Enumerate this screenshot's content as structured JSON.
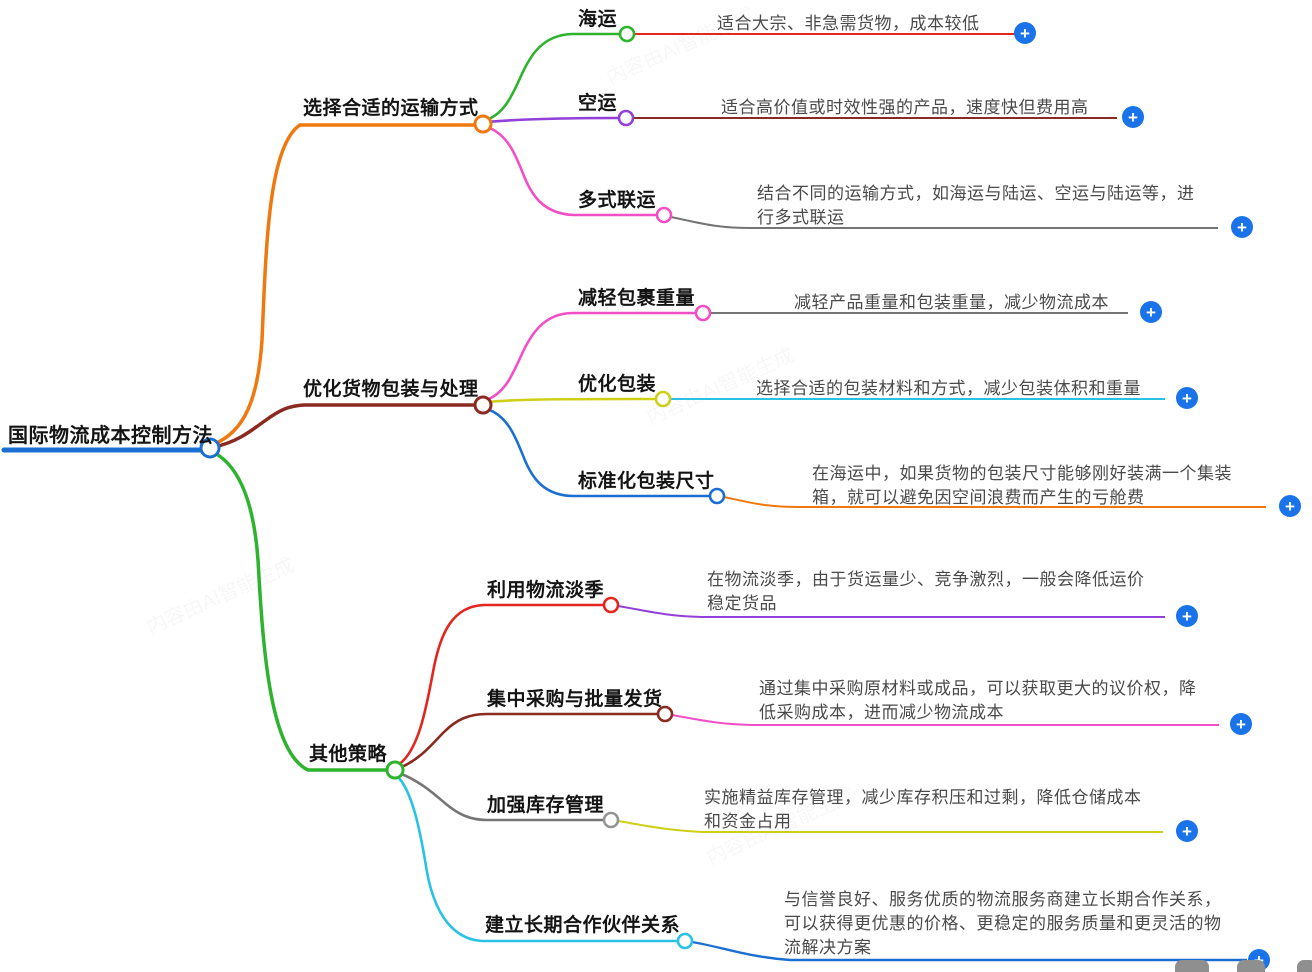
{
  "palette": {
    "blue": "#1b6fd3",
    "plus_blue": "#1a73e8",
    "orange": "#f0790f",
    "maroon": "#8b2a21",
    "green": "#2db32d",
    "red": "#e3261f",
    "purple": "#9140d9",
    "pink": "#f24fc7",
    "yellow": "#cfd016",
    "cyan": "#2ac2e4",
    "gray": "#757575",
    "gray_node": "#949494"
  },
  "icons": {
    "plus": "+"
  },
  "watermark": "内容由AI智能生成",
  "root": {
    "label": "国际物流成本控制方法"
  },
  "branches": [
    {
      "label": "选择合适的运输方式",
      "children": [
        {
          "label": "海运",
          "description": "适合大宗、非急需货物，成本较低"
        },
        {
          "label": "空运",
          "description": "适合高价值或时效性强的产品，速度快但费用高"
        },
        {
          "label": "多式联运",
          "description": "结合不同的运输方式，如海运与陆运、空运与陆运等，进行多式联运"
        }
      ]
    },
    {
      "label": "优化货物包装与处理",
      "children": [
        {
          "label": "减轻包裹重量",
          "description": "减轻产品重量和包装重量，减少物流成本"
        },
        {
          "label": "优化包装",
          "description": "选择合适的包装材料和方式，减少包装体积和重量"
        },
        {
          "label": "标准化包装尺寸",
          "description": "在海运中，如果货物的包装尺寸能够刚好装满一个集装箱，就可以避免因空间浪费而产生的亏舱费"
        }
      ]
    },
    {
      "label": "其他策略",
      "children": [
        {
          "label": "利用物流淡季",
          "description": "在物流淡季，由于货运量少、竞争激烈，一般会降低运价稳定货品"
        },
        {
          "label": "集中采购与批量发货",
          "description": "通过集中采购原材料或成品，可以获取更大的议价权，降低采购成本，进而减少物流成本"
        },
        {
          "label": "加强库存管理",
          "description": "实施精益库存管理，减少库存积压和过剩，降低仓储成本和资金占用"
        },
        {
          "label": "建立长期合作伙伴关系",
          "description": "与信誉良好、服务优质的物流服务商建立长期合作关系，可以获得更优惠的价格、更稳定的服务质量和更灵活的物流解决方案"
        }
      ]
    }
  ]
}
